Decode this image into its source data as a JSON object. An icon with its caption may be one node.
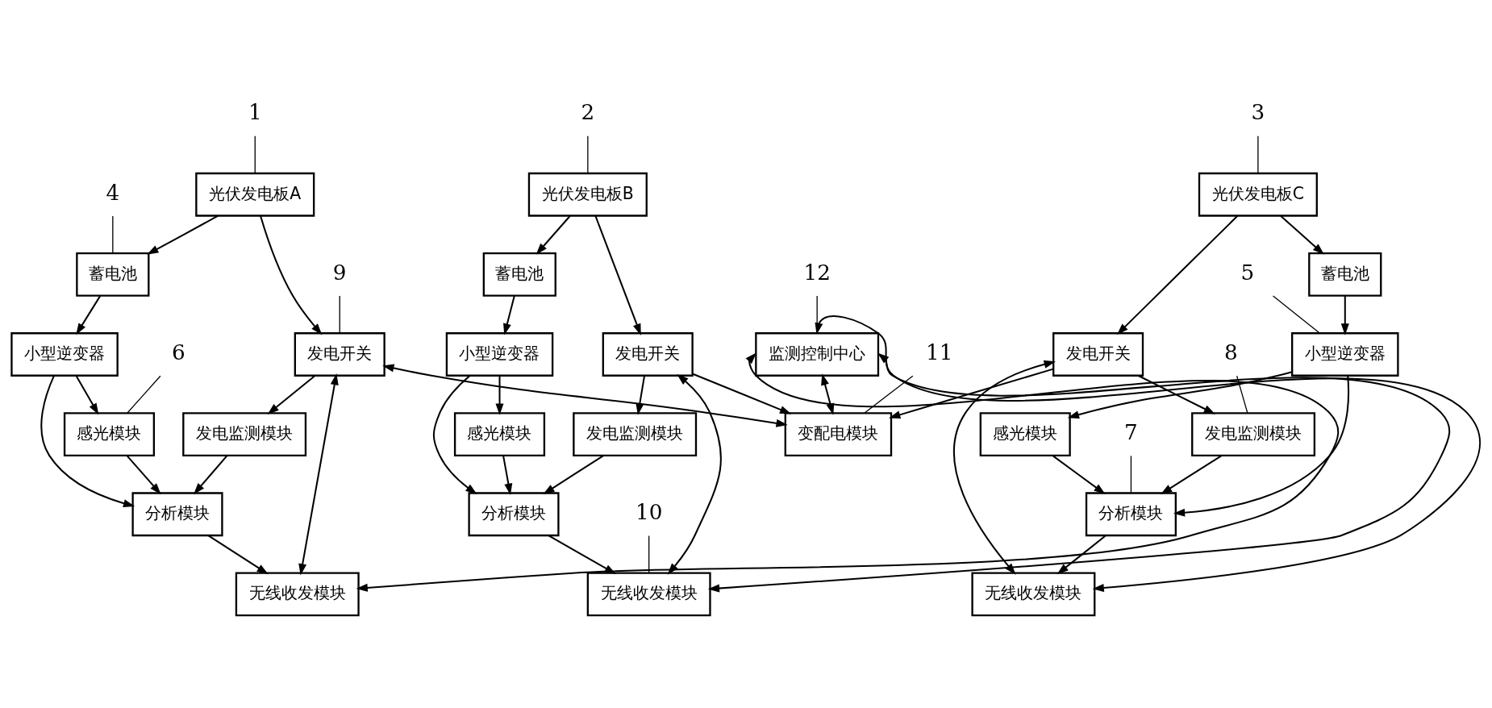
{
  "diagram": {
    "nodes": [
      {
        "text": [
          "监测控制中心"
        ]
      },
      {
        "text": [
          "变配电模块"
        ]
      },
      {
        "text": [
          "光伏发电板A"
        ]
      },
      {
        "text": [
          "发电开关"
        ]
      },
      {
        "text": [
          "蓄电池"
        ]
      },
      {
        "text": [
          "发电监测模块"
        ]
      },
      {
        "text": [
          "感光模块"
        ]
      },
      {
        "text": [
          "小型逆变器"
        ]
      },
      {
        "text": [
          "分析模块"
        ]
      },
      {
        "text": [
          "无线收发模块"
        ]
      },
      {
        "text": [
          "发电开关"
        ]
      },
      {
        "text": [
          "光伏发电板B"
        ]
      },
      {
        "text": [
          "发电监测模块"
        ]
      },
      {
        "text": [
          "蓄电池"
        ]
      },
      {
        "text": [
          "分析模块"
        ]
      },
      {
        "text": [
          "小型逆变器"
        ]
      },
      {
        "text": [
          "感光模块"
        ]
      },
      {
        "text": [
          "无线收发模块"
        ]
      },
      {
        "text": [
          "光伏发电板C"
        ]
      },
      {
        "text": [
          "发电开关"
        ]
      },
      {
        "text": [
          "蓄电池"
        ]
      },
      {
        "text": [
          "发电监测模块"
        ]
      },
      {
        "text": [
          "感光模块"
        ]
      },
      {
        "text": [
          "小型逆变器"
        ]
      },
      {
        "text": [
          "分析模块"
        ]
      },
      {
        "text": [
          "无线收发模块"
        ]
      },
      {
        "text": [
          "1"
        ]
      },
      {
        "text": [
          "2"
        ]
      },
      {
        "text": [
          "3"
        ]
      },
      {
        "text": [
          "4"
        ]
      },
      {
        "text": [
          "5"
        ]
      },
      {
        "text": [
          "6"
        ]
      },
      {
        "text": [
          "7"
        ]
      },
      {
        "text": [
          "8"
        ]
      },
      {
        "text": [
          "9"
        ]
      },
      {
        "text": [
          "10"
        ]
      },
      {
        "text": [
          "11"
        ]
      },
      {
        "text": [
          "12"
        ]
      }
    ],
    "edges": [
      {
        "from": 0,
        "to": 1,
        "arrow": "both"
      },
      {
        "from": 2,
        "to": 3,
        "arrow": "to"
      },
      {
        "from": 2,
        "to": 4,
        "arrow": "to"
      },
      {
        "from": 3,
        "to": 1,
        "arrow": "both"
      },
      {
        "from": 3,
        "to": 5,
        "arrow": "to"
      },
      {
        "from": 4,
        "to": 7,
        "arrow": "to"
      },
      {
        "from": 7,
        "to": 6,
        "arrow": "to"
      },
      {
        "from": 7,
        "to": 8,
        "arrow": "to"
      },
      {
        "from": 5,
        "to": 8,
        "arrow": "to"
      },
      {
        "from": 6,
        "to": 8,
        "arrow": "to"
      },
      {
        "from": 8,
        "to": 9,
        "arrow": "to"
      },
      {
        "from": 9,
        "to": 3,
        "arrow": "both"
      },
      {
        "from": 9,
        "to": 0,
        "arrow": "both"
      },
      {
        "from": 11,
        "to": 10,
        "arrow": "to"
      },
      {
        "from": 10,
        "to": 1,
        "arrow": "to"
      },
      {
        "from": 11,
        "to": 13,
        "arrow": "to"
      },
      {
        "from": 10,
        "to": 12,
        "arrow": "to"
      },
      {
        "from": 13,
        "to": 15,
        "arrow": "to"
      },
      {
        "from": 15,
        "to": 14,
        "arrow": "to"
      },
      {
        "from": 15,
        "to": 16,
        "arrow": "to"
      },
      {
        "from": 12,
        "to": 14,
        "arrow": "to"
      },
      {
        "from": 16,
        "to": 14,
        "arrow": "to"
      },
      {
        "from": 14,
        "to": 17,
        "arrow": "to"
      },
      {
        "from": 17,
        "to": 10,
        "arrow": "both"
      },
      {
        "from": 17,
        "to": 0,
        "arrow": "both"
      },
      {
        "from": 18,
        "to": 19,
        "arrow": "to"
      },
      {
        "from": 19,
        "to": 1,
        "arrow": "to"
      },
      {
        "from": 18,
        "to": 20,
        "arrow": "to"
      },
      {
        "from": 19,
        "to": 21,
        "arrow": "to"
      },
      {
        "from": 20,
        "to": 23,
        "arrow": "to"
      },
      {
        "from": 23,
        "to": 22,
        "arrow": "to"
      },
      {
        "from": 23,
        "to": 24,
        "arrow": "to"
      },
      {
        "from": 21,
        "to": 24,
        "arrow": "to"
      },
      {
        "from": 22,
        "to": 24,
        "arrow": "to"
      },
      {
        "from": 24,
        "to": 25,
        "arrow": "to"
      },
      {
        "from": 25,
        "to": 19,
        "arrow": "both"
      },
      {
        "from": 25,
        "to": 0,
        "arrow": "both"
      },
      {
        "from": 26,
        "to": 2,
        "arrow": "none"
      },
      {
        "from": 27,
        "to": 11,
        "arrow": "none"
      },
      {
        "from": 28,
        "to": 18,
        "arrow": "none"
      },
      {
        "from": 29,
        "to": 4,
        "arrow": "none"
      },
      {
        "from": 30,
        "to": 23,
        "arrow": "none"
      },
      {
        "from": 31,
        "to": 6,
        "arrow": "none"
      },
      {
        "from": 32,
        "to": 24,
        "arrow": "none"
      },
      {
        "from": 33,
        "to": 21,
        "arrow": "none"
      },
      {
        "from": 34,
        "to": 3,
        "arrow": "none"
      },
      {
        "from": 35,
        "to": 17,
        "arrow": "none"
      },
      {
        "from": 36,
        "to": 1,
        "arrow": "none"
      },
      {
        "from": 37,
        "to": 0,
        "arrow": "none"
      }
    ]
  }
}
